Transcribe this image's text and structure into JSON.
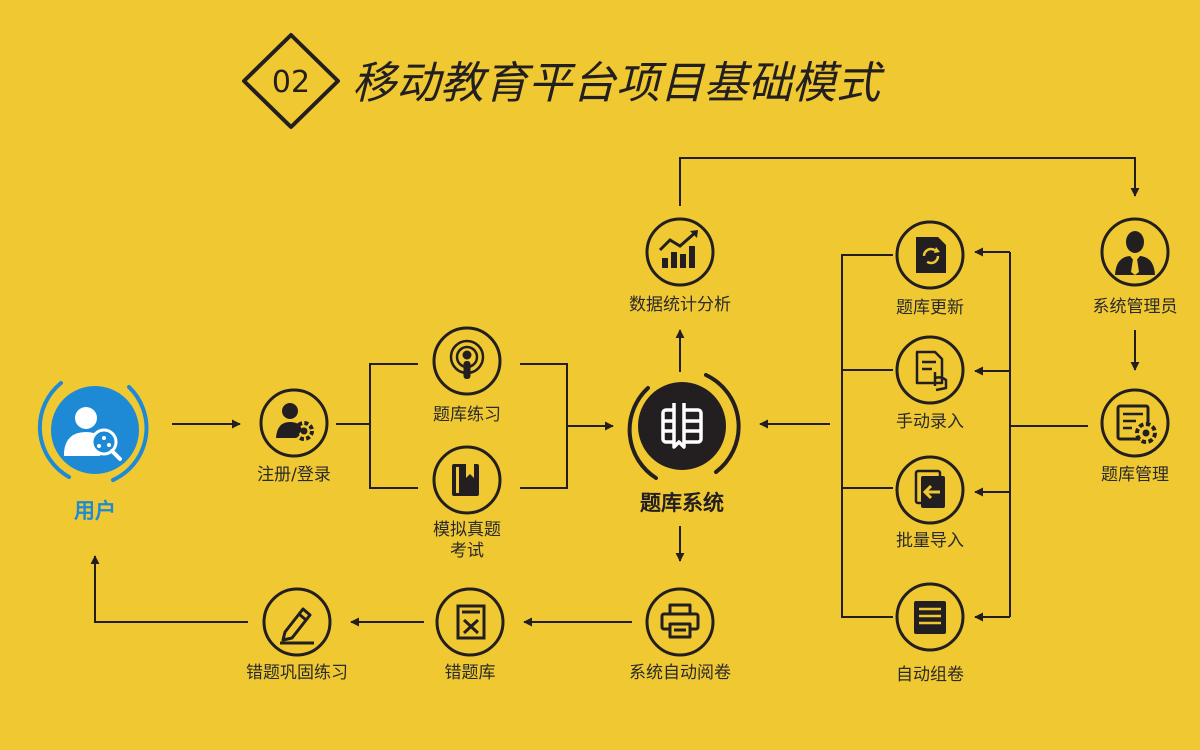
{
  "header": {
    "badge": "02",
    "title": "移动教育平台项目基础模式"
  },
  "colors": {
    "background": "#F0C932",
    "dark": "#231f20",
    "accent_blue": "#1e8ad6"
  },
  "nodes": {
    "user": {
      "label": "用户",
      "icon": "user-search-icon"
    },
    "register": {
      "label": "注册/登录",
      "icon": "user-gear-icon"
    },
    "practice": {
      "label": "题库练习",
      "icon": "podcast-icon"
    },
    "mock_exam": {
      "label_line1": "模拟真题",
      "label_line2": "考试",
      "icon": "book-icon"
    },
    "core": {
      "label": "题库系统",
      "icon": "question-bank-icon"
    },
    "stats": {
      "label": "数据统计分析",
      "icon": "chart-icon"
    },
    "auto_grade": {
      "label": "系统自动阅卷",
      "icon": "printer-icon"
    },
    "wrong_bank": {
      "label": "错题库",
      "icon": "wrong-doc-icon"
    },
    "wrong_practice": {
      "label": "错题巩固练习",
      "icon": "pencil-icon"
    },
    "update": {
      "label": "题库更新",
      "icon": "refresh-doc-icon"
    },
    "manual_input": {
      "label": "手动录入",
      "icon": "hand-doc-icon"
    },
    "batch_import": {
      "label": "批量导入",
      "icon": "import-icon"
    },
    "auto_compose": {
      "label": "自动组卷",
      "icon": "paper-icon"
    },
    "admin": {
      "label": "系统管理员",
      "icon": "admin-icon"
    },
    "bank_manage": {
      "label": "题库管理",
      "icon": "manage-gear-icon"
    }
  }
}
